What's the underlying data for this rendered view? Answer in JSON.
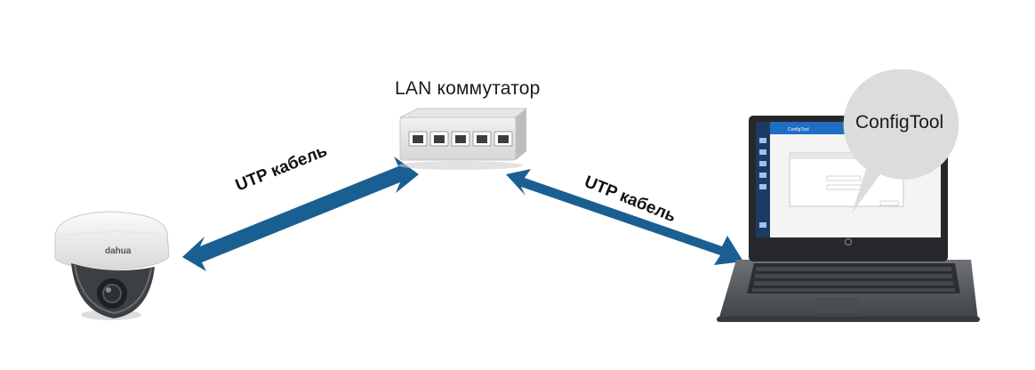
{
  "switch": {
    "label": "LAN коммутатор"
  },
  "cables": {
    "left_label": "UTP кабель",
    "right_label": "UTP кабель"
  },
  "laptop": {
    "software_label": "ConfigTool",
    "screen_window_title": "ConfigTool"
  },
  "colors": {
    "arrow": "#1a5f91",
    "bubble": "#dcdcdc",
    "laptop_body": "#5a5d62",
    "screen_blue": "#1e6fc2"
  }
}
